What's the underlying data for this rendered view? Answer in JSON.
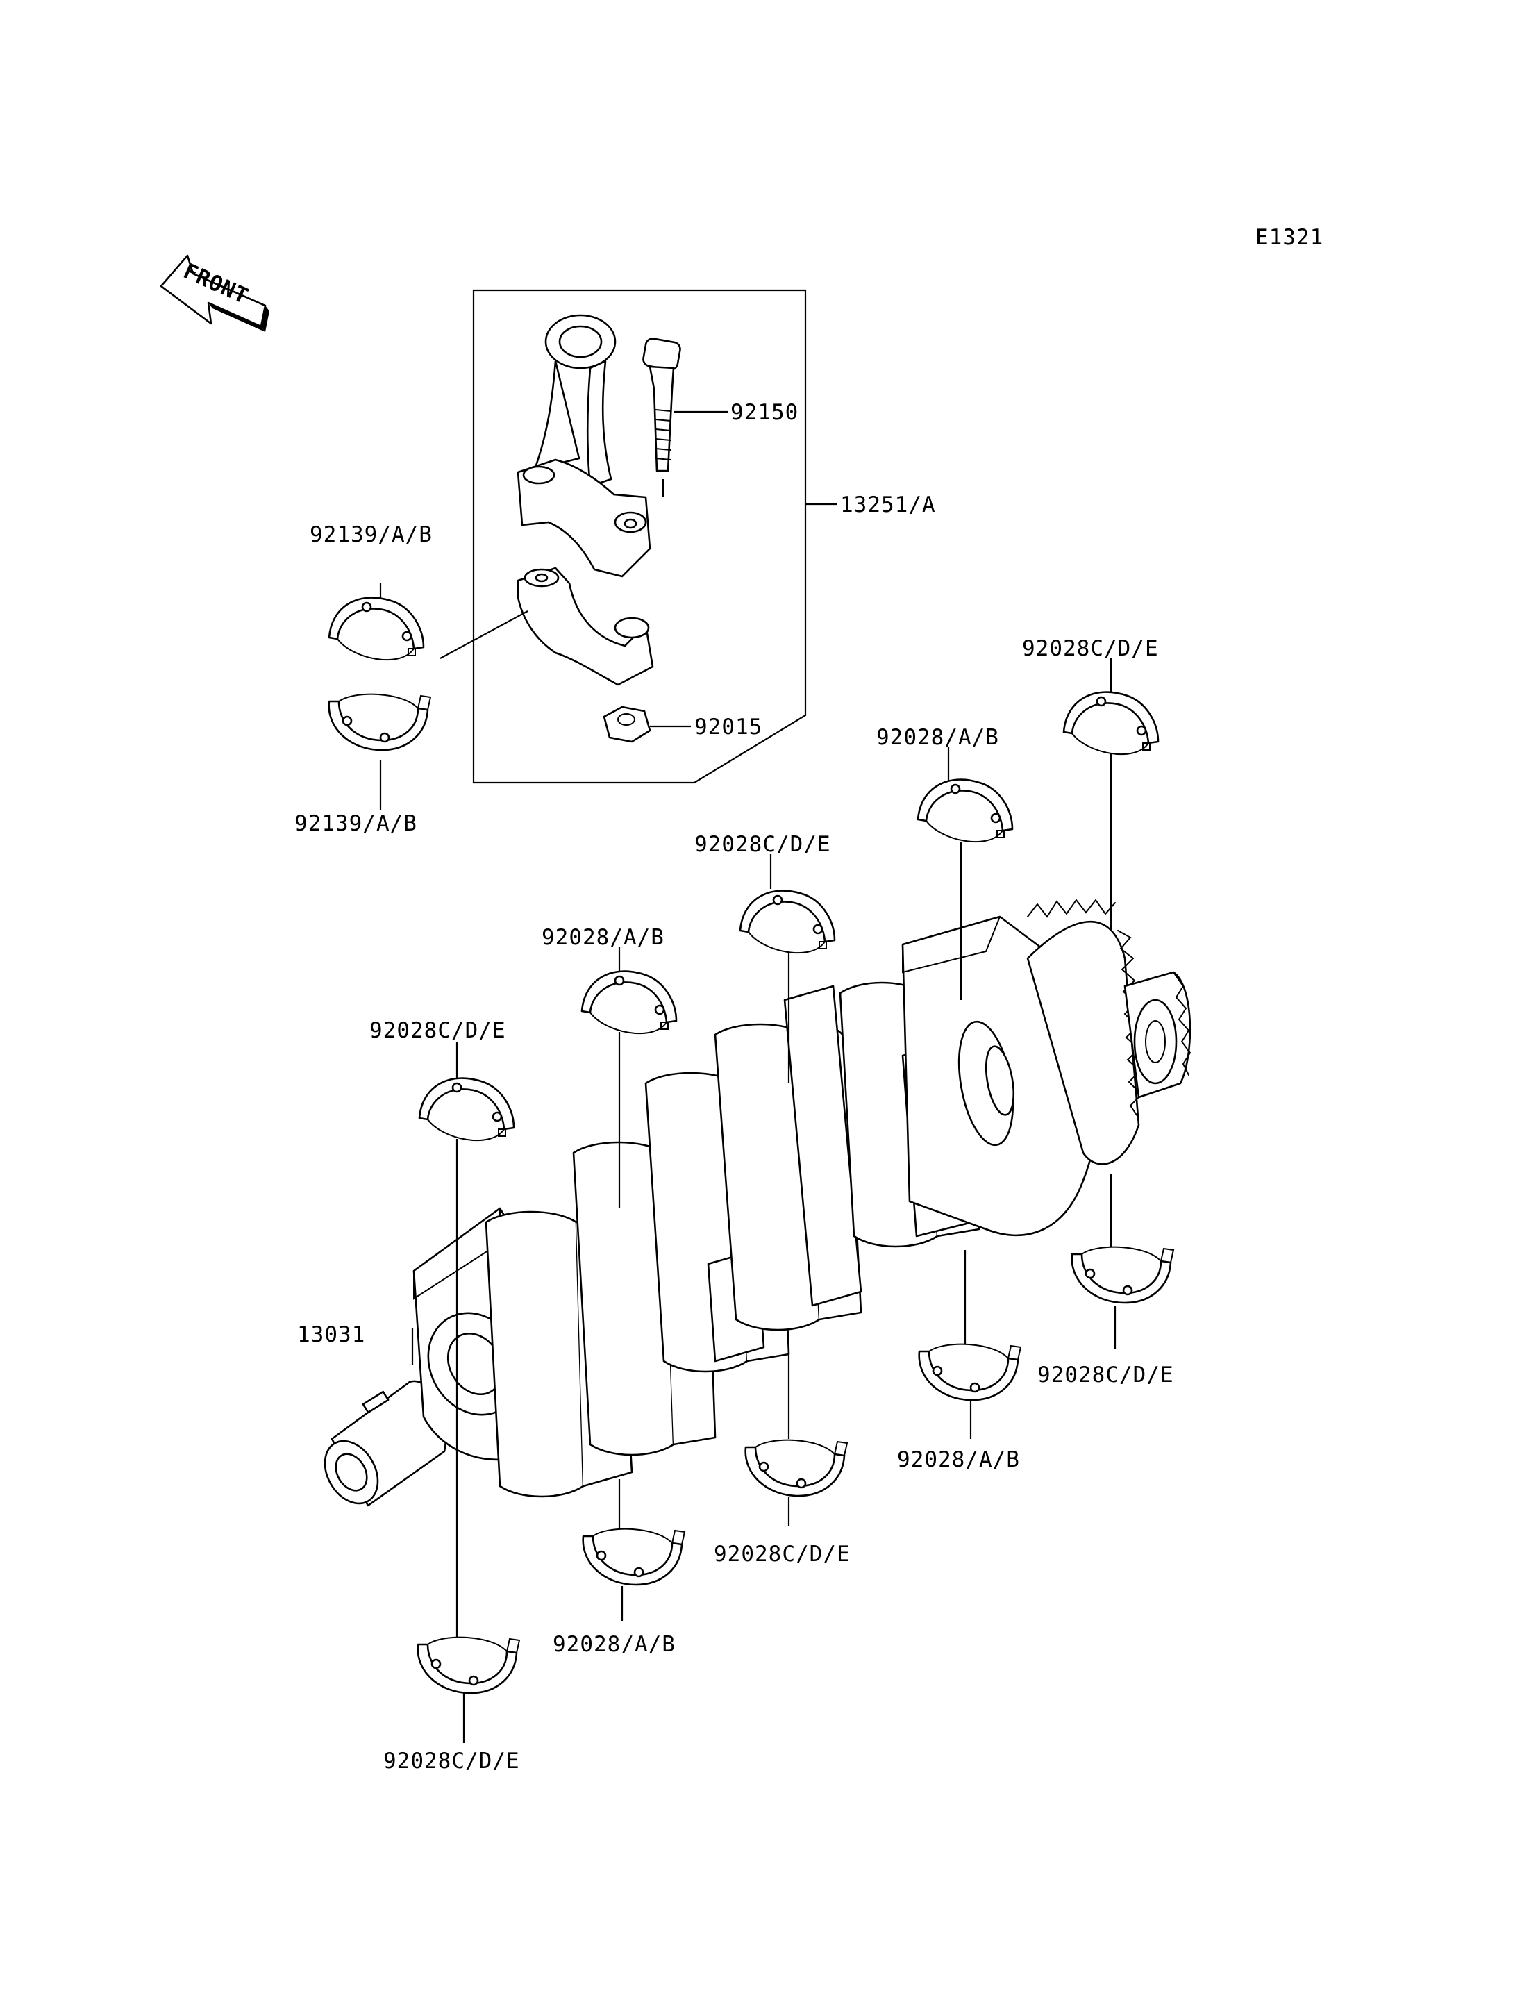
{
  "figure_code": "E1321",
  "front_label": "FRONT",
  "labels": {
    "rod_bolt": "92150",
    "con_rod_assy": "13251/A",
    "rod_bearing_top": "92139/A/B",
    "rod_bearing_bottom": "92139/A/B",
    "rod_nut": "92015",
    "main_upper_5": "92028C/D/E",
    "main_upper_4": "92028/A/B",
    "main_upper_3": "92028C/D/E",
    "main_upper_2": "92028/A/B",
    "main_upper_1": "92028C/D/E",
    "crankshaft": "13031",
    "main_lower_5": "92028C/D/E",
    "main_lower_4": "92028/A/B",
    "main_lower_3": "92028C/D/E",
    "main_lower_2": "92028/A/B",
    "main_lower_1": "92028C/D/E"
  }
}
